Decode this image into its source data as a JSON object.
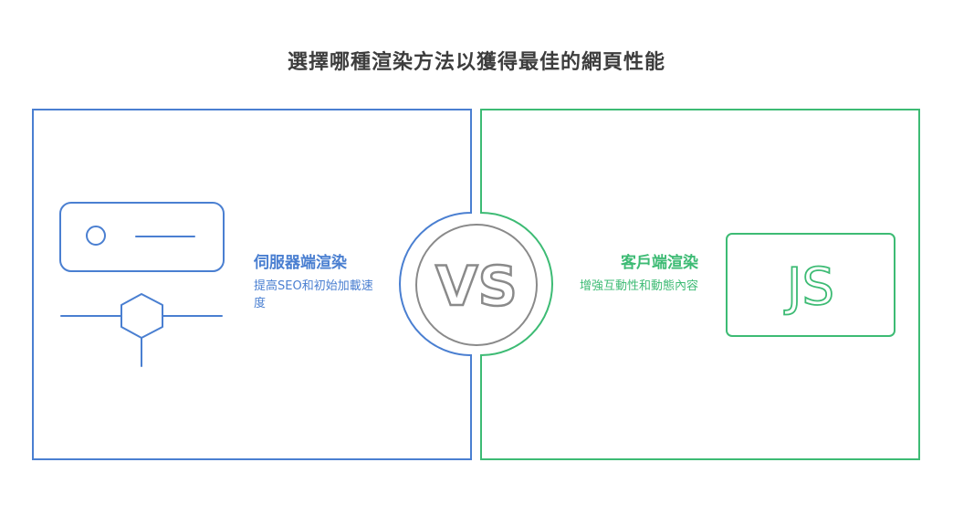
{
  "title": "選擇哪種渲染方法以獲得最佳的網頁性能",
  "vs_label": "VS",
  "server_side": {
    "title": "伺服器端渲染",
    "description": "提高SEO和初始加載速度",
    "icon": "server-network-icon"
  },
  "client_side": {
    "title": "客戶端渲染",
    "description": "增強互動性和動態內容",
    "icon": "javascript-icon",
    "icon_text": "JS"
  },
  "colors": {
    "server": "#4a7fd1",
    "client": "#3dbb74",
    "vs": "#8a8a8a",
    "title": "#3d3d3d"
  }
}
